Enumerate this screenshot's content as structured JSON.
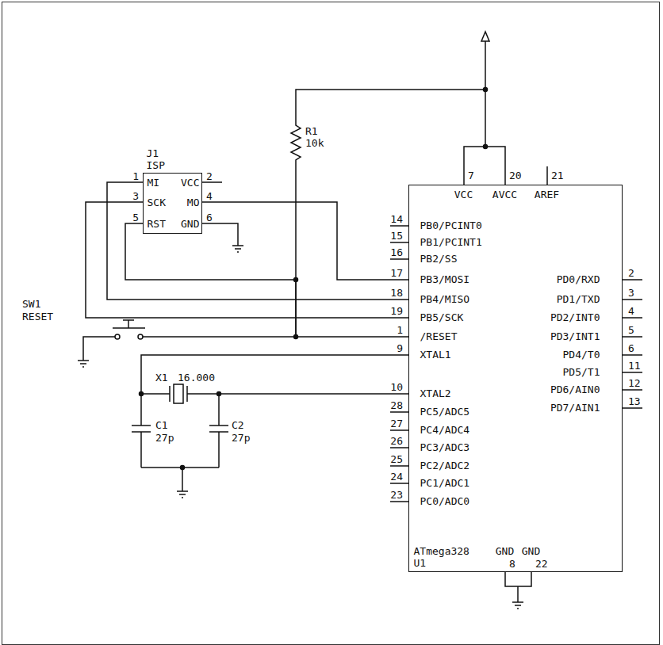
{
  "diagram": {
    "nodes": [
      {
        "text": [
          "J1",
          "ISP",
          "MI",
          "VCC",
          "SCK",
          "MO",
          "RST",
          "GND"
        ]
      },
      {
        "text": [
          "VCC",
          "AVCC",
          "AREF",
          "PB0/PCINT0",
          "PB1/PCINT1",
          "PB2/SS",
          "PB3/MOSI",
          "PB4/MISO",
          "PB5/SCK",
          "/RESET",
          "XTAL1",
          "XTAL2",
          "PC5/ADC5",
          "PC4/ADC4",
          "PC3/ADC3",
          "PC2/ADC2",
          "PC1/ADC1",
          "PC0/ADC0",
          "PD0/RXD",
          "PD1/TXD",
          "PD2/INT0",
          "PD3/INT1",
          "PD4/T0",
          "PD5/T1",
          "PD6/AIN0",
          "PD7/AIN1",
          "GND",
          "GND",
          "ATmega328",
          "U1"
        ]
      }
    ],
    "edges": [
      {
        "from": 0,
        "to": 1,
        "arrow": "none"
      },
      {
        "from": 0,
        "to": 1,
        "arrow": "none"
      },
      {
        "from": 0,
        "to": 1,
        "arrow": "none"
      },
      {
        "from": 0,
        "to": 1,
        "arrow": "none"
      }
    ],
    "labels": [
      "1",
      "2",
      "3",
      "4",
      "5",
      "6",
      "7",
      "20",
      "21",
      "14",
      "15",
      "16",
      "17",
      "18",
      "19",
      "1",
      "9",
      "10",
      "28",
      "27",
      "26",
      "25",
      "24",
      "23",
      "2",
      "3",
      "4",
      "5",
      "6",
      "11",
      "12",
      "13",
      "8",
      "22",
      "R1",
      "10k",
      "SW1",
      "RESET",
      "X1",
      "16.000",
      "C1",
      "27p",
      "C2",
      "27p"
    ]
  }
}
